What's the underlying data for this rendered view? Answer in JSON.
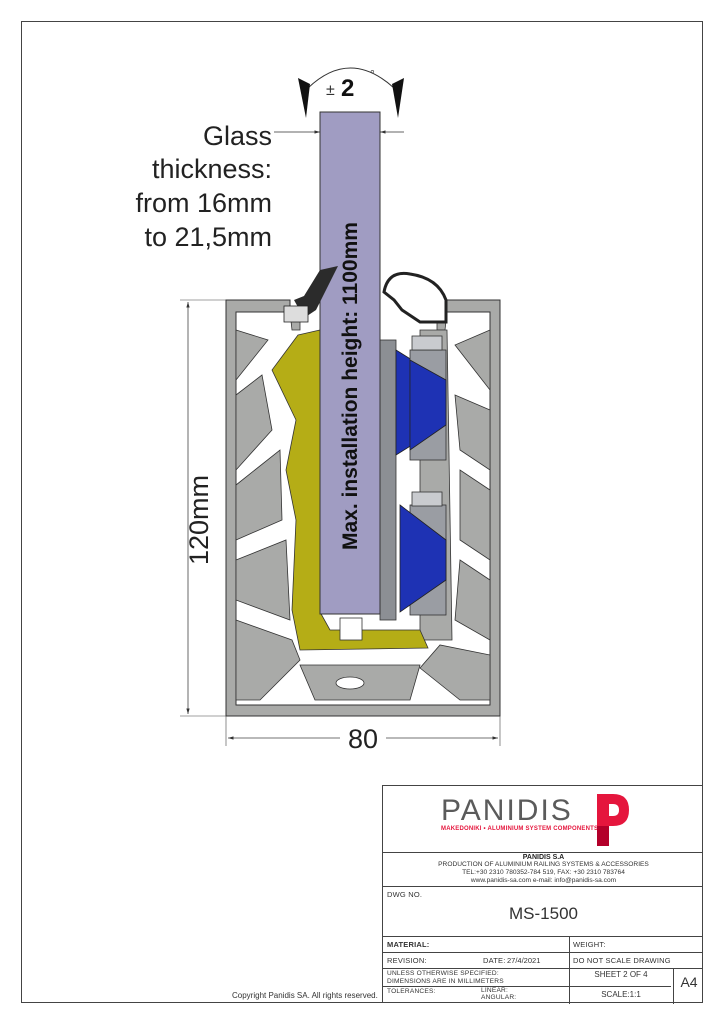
{
  "drawing": {
    "rotation_label_sign": "±",
    "rotation_label_value": "2",
    "rotation_label_unit": "°",
    "glass_thickness_lines": [
      "Glass",
      "thickness:",
      "from 16mm",
      "to 21,5mm"
    ],
    "max_height_label": "Max. installation height: 1100mm",
    "height_dimension": "120mm",
    "width_dimension": "80",
    "colors": {
      "glass": "#a09cc2",
      "aluminium": "#a9aaa8",
      "yellow_profile": "#b5ad16",
      "blue_wedge": "#1e32b4",
      "gray_block": "#9a9da3",
      "gasket": "#2b2b2b"
    }
  },
  "title_block": {
    "brand_name": "PANIDIS",
    "brand_tagline": "MAKEDONIKI • ALUMINIUM SYSTEM COMPONENTS",
    "company_name": "PANIDIS S.A",
    "company_activity": "PRODUCTION OF ALUMINIUM RAILING SYSTEMS & ACCESSORIES",
    "company_phone": "TEL:+30 2310 780352-784 519, FAX: +30 2310 783764",
    "company_web": "www.panidis-sa.com   e-mail: info@panidis-sa.com",
    "dwg_no_label": "DWG NO.",
    "dwg_no_value": "MS-1500",
    "material_label": "MATERIAL:",
    "weight_label": "WEIGHT:",
    "revision_label": "REVISION:",
    "date_label": "DATE:",
    "date_value": "27/4/2021",
    "do_not_scale": "DO NOT SCALE DRAWING",
    "unless_line1": "UNLESS OTHERWISE SPECIFIED:",
    "unless_line2": "DIMENSIONS ARE IN MILLIMETERS",
    "sheet": "SHEET 2 OF 4",
    "tolerances_label": "TOLERANCES:",
    "linear_label": "LINEAR:",
    "angular_label": "ANGULAR:",
    "scale": "SCALE:1:1",
    "paper_size": "A4",
    "brand_color": "#e5163d",
    "brand_text_color": "#5b5b5b"
  },
  "copyright": "Copyright Panidis SA. All rights reserved."
}
